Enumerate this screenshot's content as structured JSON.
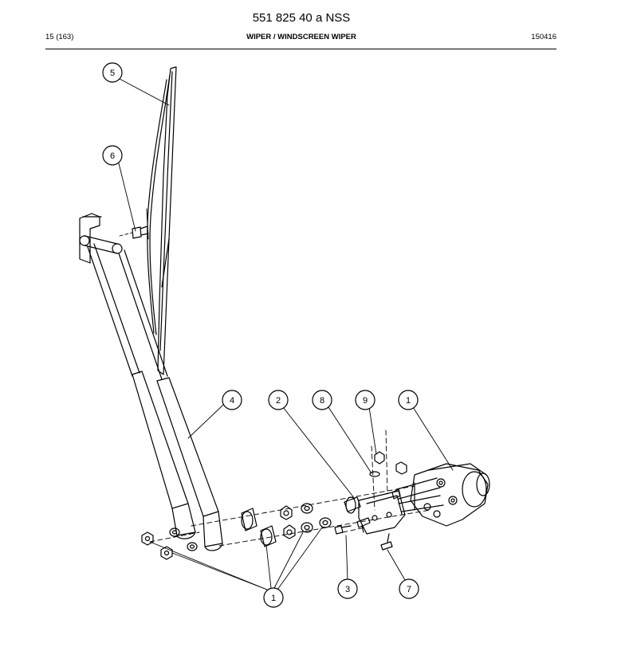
{
  "document": {
    "title": "551 825 40 a NSS",
    "page": "15 (163)",
    "section": "WIPER / WINDSCREEN WIPER",
    "code": "150416"
  },
  "callouts": {
    "c5": "5",
    "c6": "6",
    "c4": "4",
    "c2": "2",
    "c8": "8",
    "c9": "9",
    "c1top": "1",
    "c1bottom": "1",
    "c3": "3",
    "c7": "7"
  }
}
